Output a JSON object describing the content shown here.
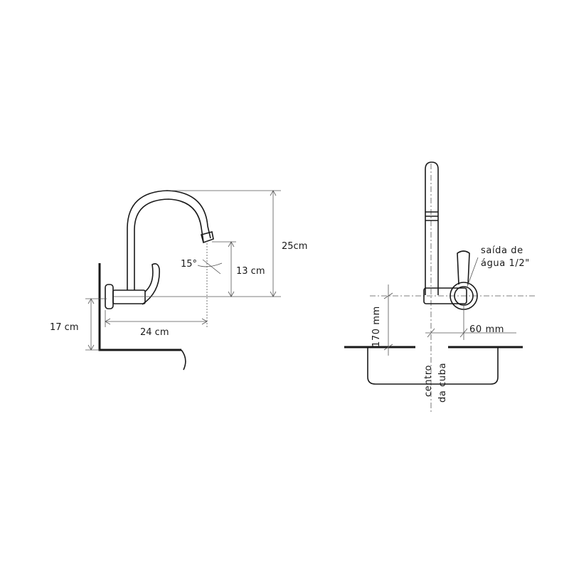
{
  "side_view": {
    "dim_height_total": "25cm",
    "dim_spout_height": "13 cm",
    "dim_angle": "15°",
    "dim_mount_height": "17 cm",
    "dim_reach": "24 cm"
  },
  "front_view": {
    "outlet_label_line1": "saída de",
    "outlet_label_line2": "água 1/2\"",
    "dim_height_mm": "170 mm",
    "dim_offset_mm": "60 mm",
    "center_label_line1": "centro",
    "center_label_line2": "da cuba"
  },
  "colors": {
    "line": "#1a1a1a",
    "dimension": "#555555",
    "background": "#ffffff"
  }
}
